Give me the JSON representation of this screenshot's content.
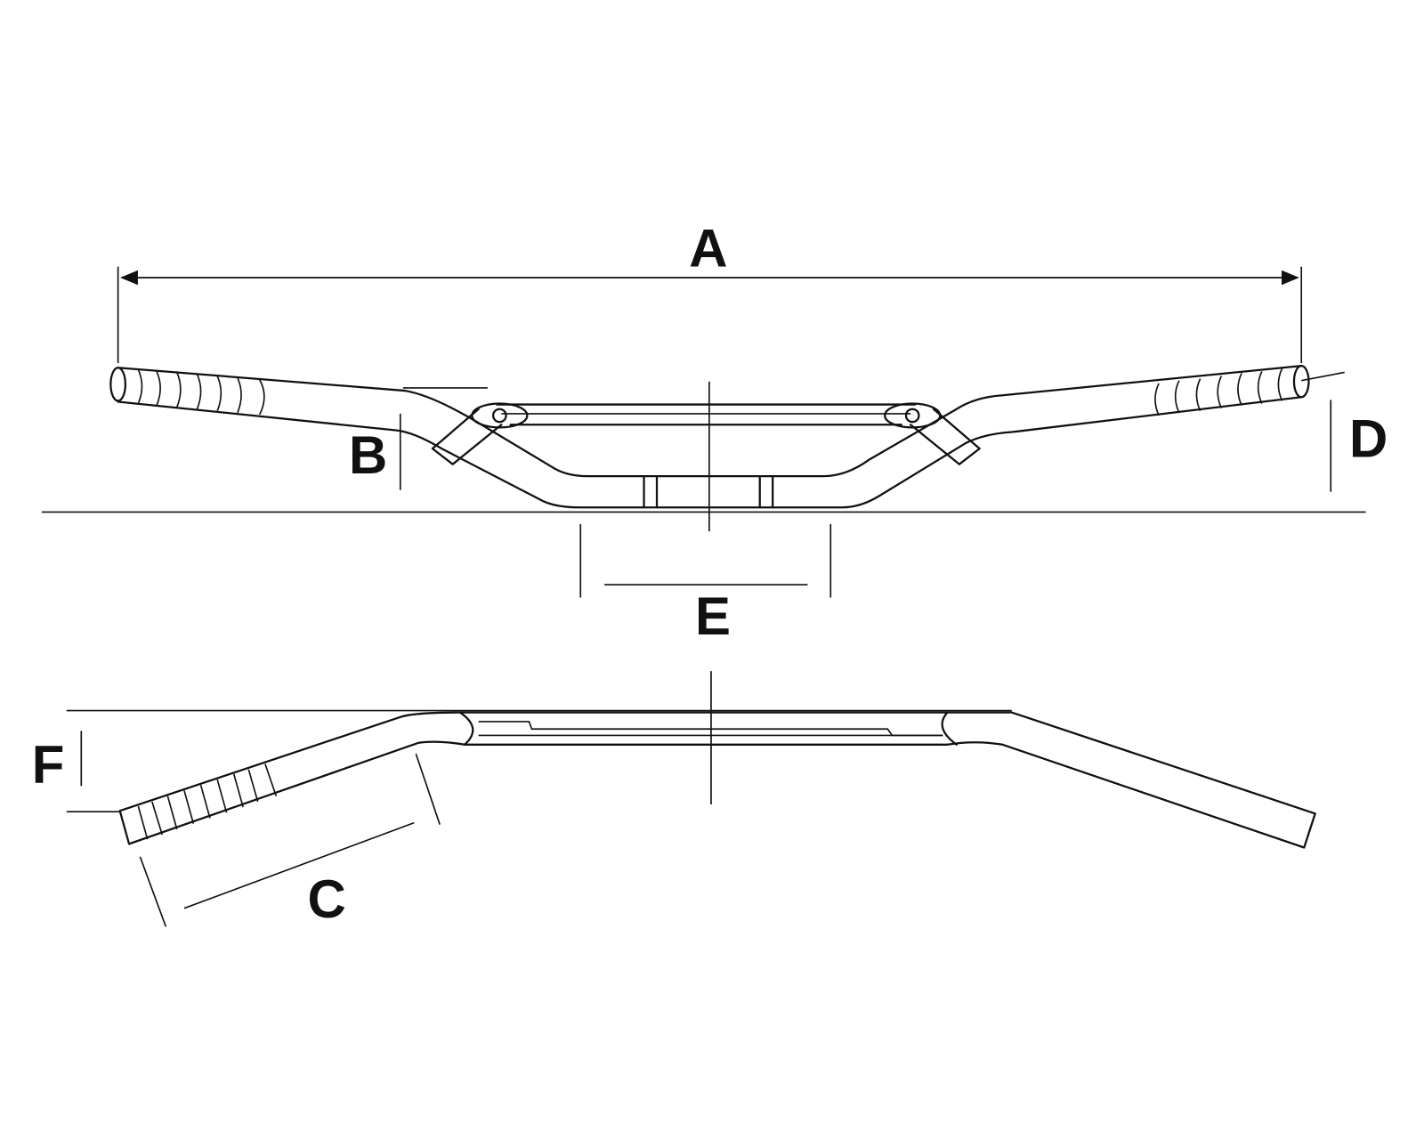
{
  "diagram": {
    "subject": "handlebar",
    "labels": {
      "a": "A",
      "b": "B",
      "c": "C",
      "d": "D",
      "e": "E",
      "f": "F"
    }
  }
}
